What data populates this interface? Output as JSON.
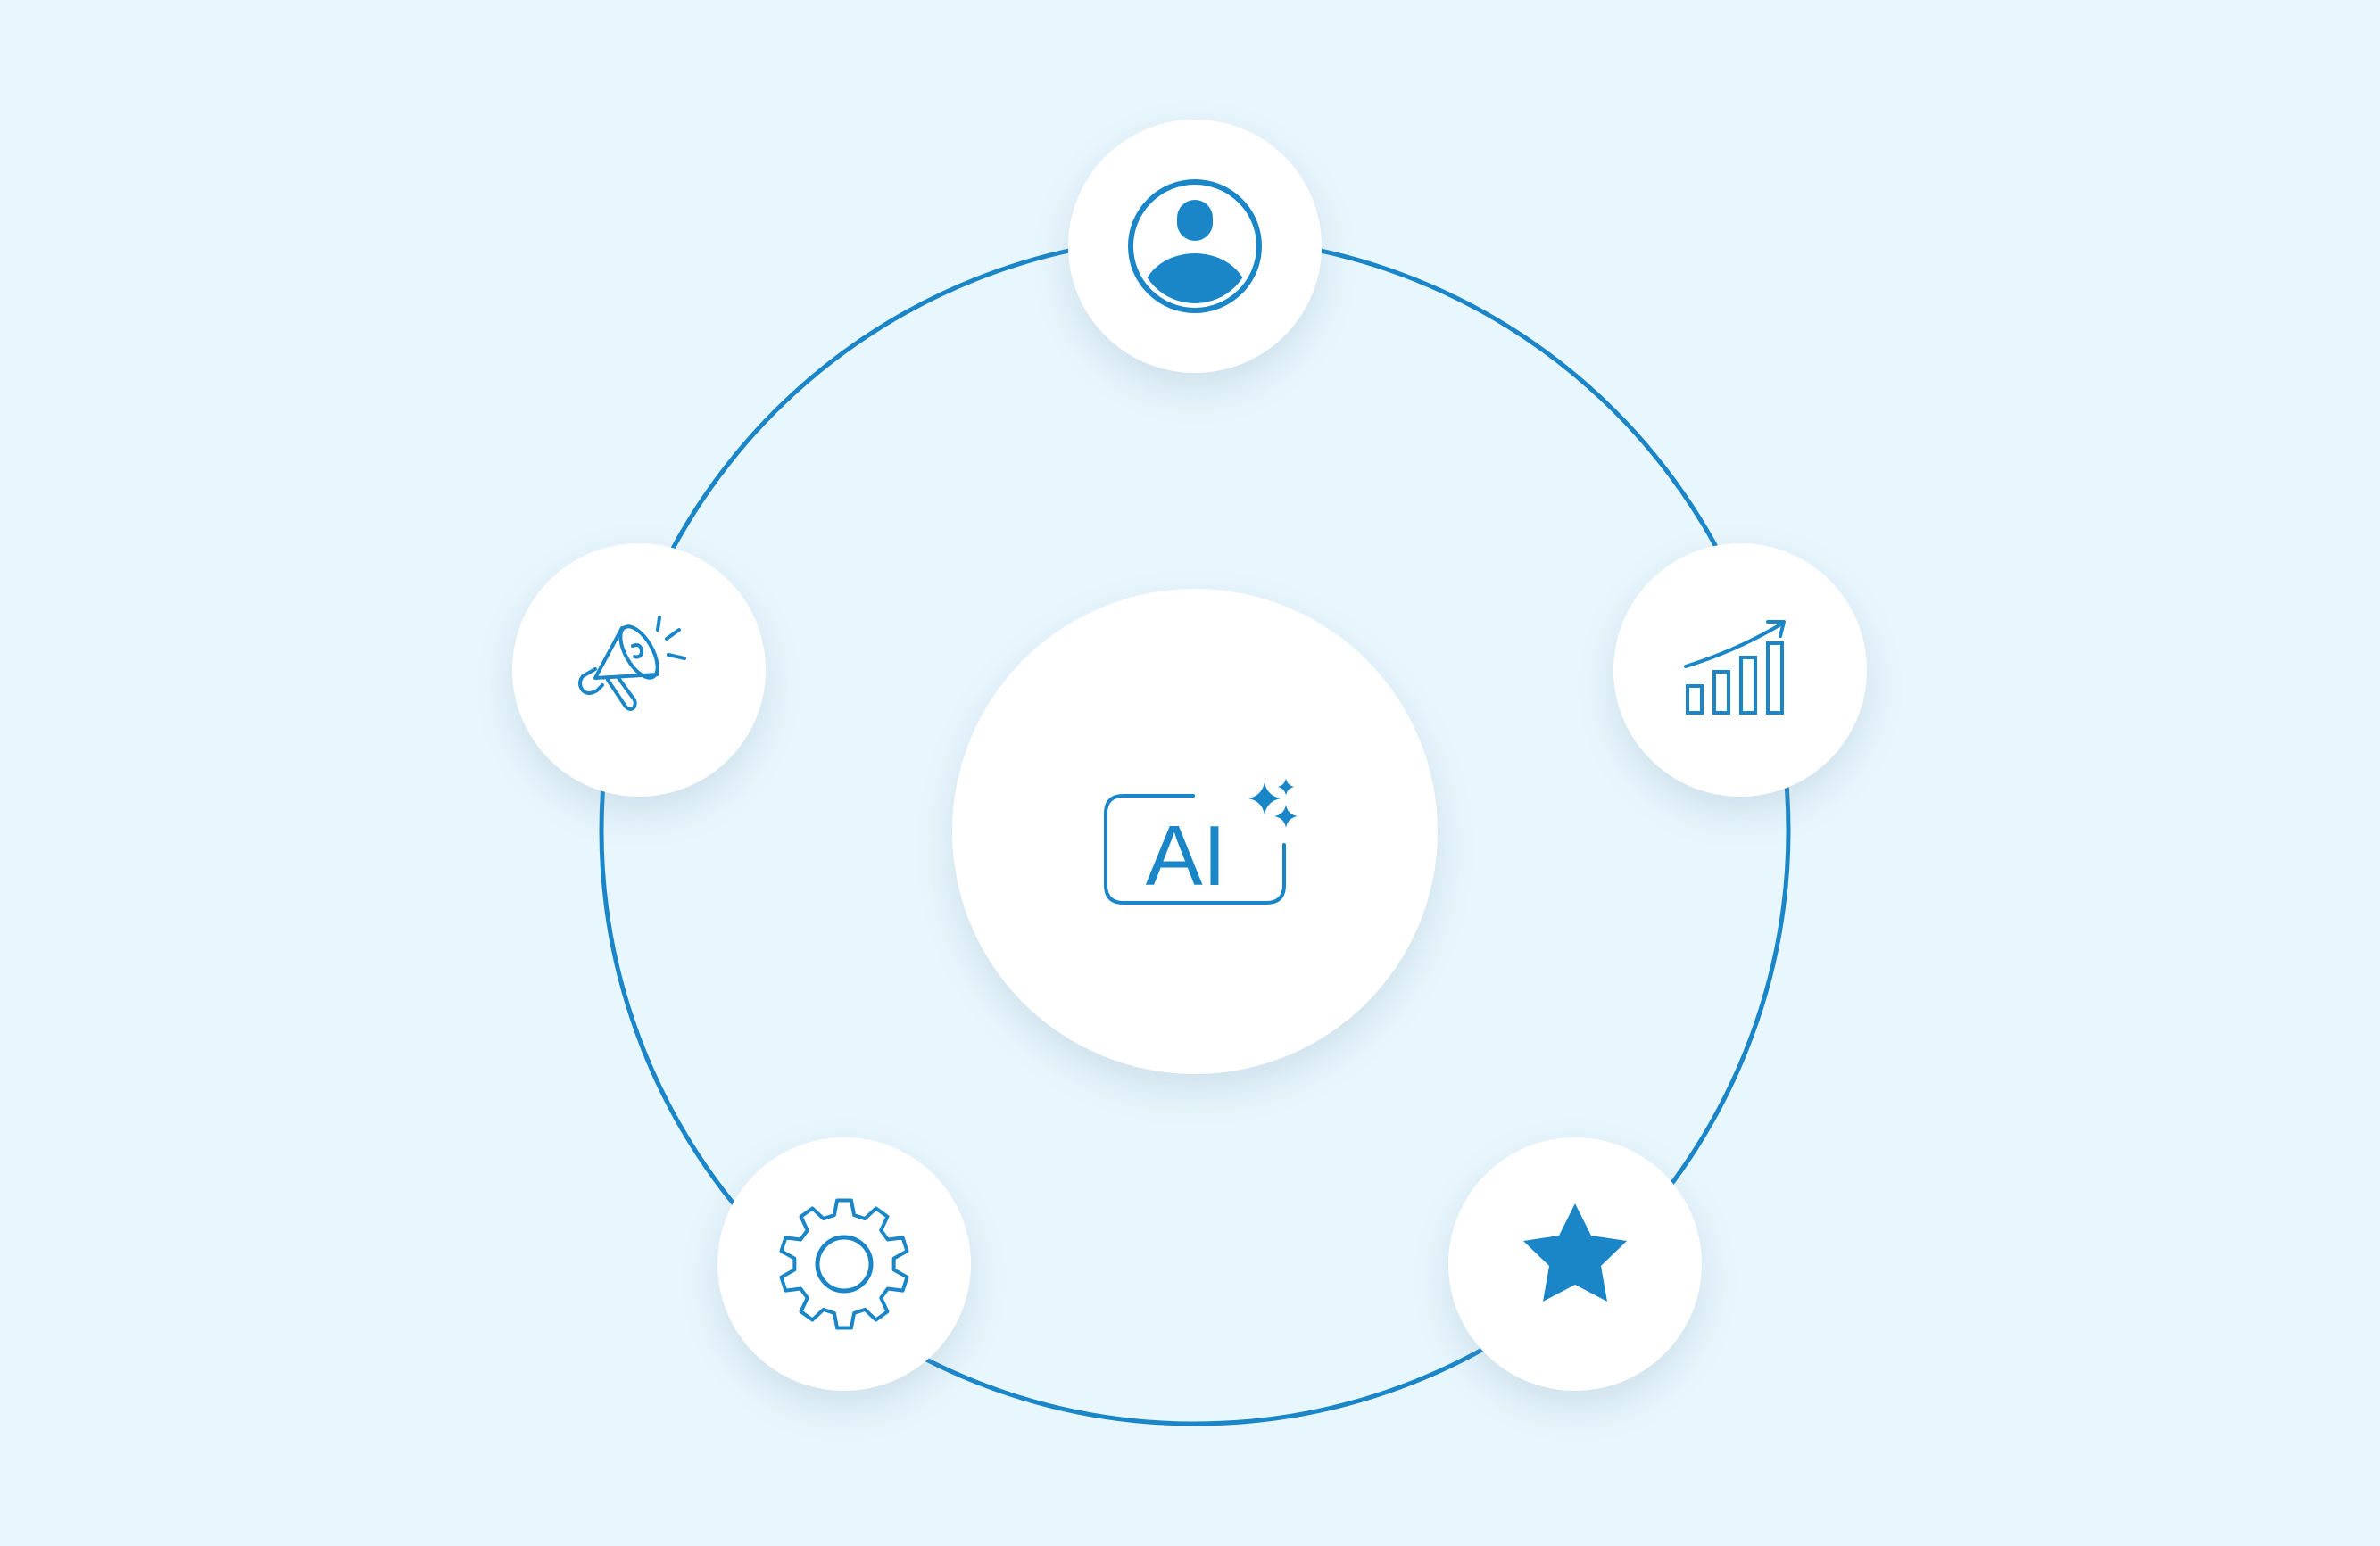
{
  "diagram": {
    "center": {
      "label": "AI",
      "icon": "ai-sparkle-icon"
    },
    "nodes": [
      {
        "id": "user",
        "icon": "user-profile-icon"
      },
      {
        "id": "growth",
        "icon": "growth-chart-icon"
      },
      {
        "id": "marketing",
        "icon": "megaphone-icon"
      },
      {
        "id": "settings",
        "icon": "gear-icon"
      },
      {
        "id": "rating",
        "icon": "star-icon"
      }
    ],
    "colors": {
      "background": "#e8f6fd",
      "accent": "#1a86c8",
      "node_fill": "#ffffff"
    }
  }
}
